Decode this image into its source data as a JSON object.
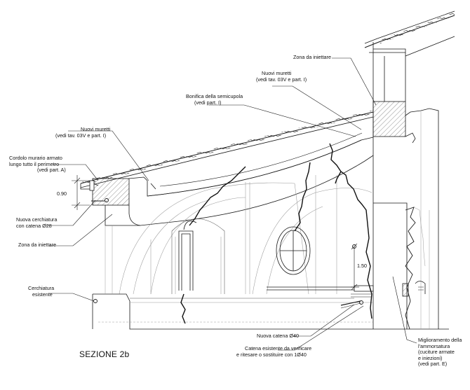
{
  "title": "SEZIONE 2b",
  "labels": {
    "zona_iniettare_top": "Zona da iniettare",
    "nuovi_muretti_right": [
      "Nuovi muretti",
      "(vedi tav. 03V e part. I)"
    ],
    "bonifica": [
      "Bonifica della semicupola",
      "(vedi part. I)"
    ],
    "nuovi_muretti_left": [
      "Nuovi muretti",
      "(vedi tav. 03V e part. I)"
    ],
    "cordolo": [
      "Cordolo murario armato",
      "lungo tutto il perimetro",
      "(vedi part. A)"
    ],
    "nuova_cerchiatura": [
      "Nuova cerchiatura",
      "con catena Ø28"
    ],
    "zona_iniettare_left": "Zona da iniettare",
    "cerchiatura_esistente": [
      "Cerchiatura",
      "esistente"
    ],
    "nuova_catena": "Nuova catena Ø40",
    "catena_esistente": [
      "Catena esistente da verificare",
      "e ritesare o sostituire con 1Ø40"
    ],
    "miglioramento": [
      "Miglioramento della",
      "l'ammorsatura",
      "(cuciture armate",
      "e iniezioni)",
      "(vedi part. E)"
    ]
  },
  "dimensions": {
    "height_cordolo": "0.90",
    "height_right": "1.50"
  },
  "colors": {
    "line": "#1a1a1a",
    "hatch": "#333333",
    "light": "#9a9a9a"
  }
}
